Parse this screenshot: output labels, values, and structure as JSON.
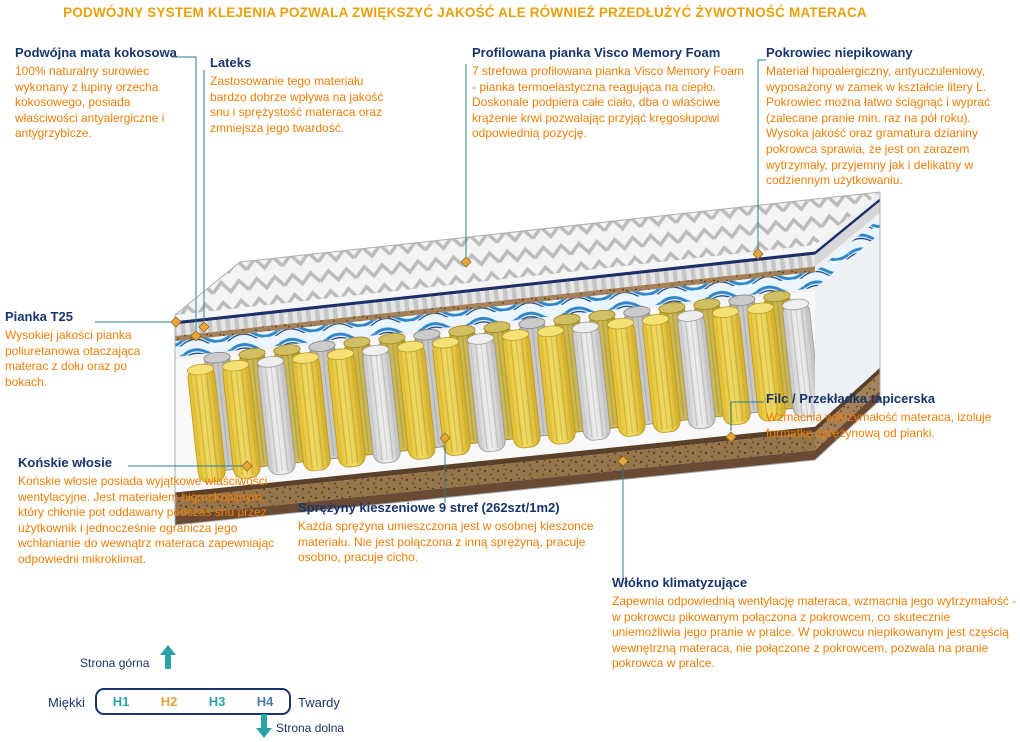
{
  "headline": "PODWÓJNY SYSTEM KLEJENIA POZWALA ZWIĘKSZYĆ JAKOŚĆ ALE RÓWNIEŻ PRZEDŁUŻYĆ ŻYWOTNOŚĆ MATERACA",
  "callouts": {
    "mata": {
      "title": "Podwójna mata kokosowa",
      "body": "100% naturalny surowiec wykonany z łupiny orzecha kokosowego, posiada właściwości antyalergiczne i antygrzybicze."
    },
    "lateks": {
      "title": "Lateks",
      "body": "Zastosowanie tego materiału bardzo dobrze wpływa na jakość snu i sprężystość materaca oraz zmniejsza jego twardość."
    },
    "visco": {
      "title": "Profilowana pianka Visco Memory Foam",
      "body": "7 strefowa profilowana pianka Visco Memory Foam - pianka termoelastyczna reagująca na ciepło. Doskonale podpiera całe ciało, dba o właściwe krążenie krwi pozwalając przyjąć kręgosłupowi odpowiednią pozycję."
    },
    "pokrowiec": {
      "title": "Pokrowiec niepikowany",
      "body": "Materiał hipoalergiczny, antyuczuleniowy, wyposażony w zamek w kształcie litery L. Pokrowiec można łatwo ściągnąć i wyprać (zalecane pranie min. raz na pół roku). Wysoka jakość oraz gramatura dzianiny pokrowca sprawia, że jest on zarazem wytrzymały, przyjemny jak i delikatny w codziennym użytkowaniu."
    },
    "t25": {
      "title": "Pianka T25",
      "body": "Wysokiej jakości pianka poliuretanowa otaczająca materac z dołu oraz po bokach."
    },
    "konskie": {
      "title": "Końskie włosie",
      "body": "Końskie włosie posiada wyjątkowe właściwości wentylacyjne. Jest materiałem higroskopijnym, który chłonie pot oddawany podczas snu przez użytkownik i jednocześnie ogranicza jego wchłanianie do wewnątrz materaca zapewniając odpowiedni mikroklimat."
    },
    "sprezyny": {
      "title": "Sprężyny kieszeniowe 9 stref (262szt/1m2)",
      "body": "Każda sprężyna umieszczona jest w osobnej kieszonce materiału. Nie jest połączona z inną sprężyną, pracuje osobno, pracuje cicho."
    },
    "filc": {
      "title": "Filc / Przekładka tapicerska",
      "body": "Wzmacnia wytrzymałość materaca, izoluje formatkę sprężynową od pianki."
    },
    "wlokno": {
      "title": "Włókno klimatyzujące",
      "body": "Zapewnia odpowiednią wentylację materaca, wzmacnia jego wytrzymałość - w pokrowcu pikowanym połączona z pokrowcem, co skutecznie uniemożliwia jego pranie w pralce. W pokrowcu niepikowanym jest częścią wewnętrzną materaca, nie połączone z pokrowcem, pozwala na pranie pokrowca w pralce."
    }
  },
  "scale": {
    "top_label": "Strona górna",
    "bottom_label": "Strona dolna",
    "soft_label": "Miękki",
    "hard_label": "Twardy",
    "levels": [
      "H1",
      "H2",
      "H3",
      "H4"
    ]
  },
  "colors": {
    "headline": "#e9a10b",
    "heading": "#17356b",
    "body_text": "#ef7e06",
    "callout_line": "#2a7f8a",
    "marker": "#eaa63c",
    "spring_yellow": "#f0d138",
    "wave_blue": "#2f86c8",
    "h1": "#2ba3a3",
    "h2": "#e0a23c",
    "h3": "#2ba3a3",
    "h4": "#4a7fa5"
  }
}
